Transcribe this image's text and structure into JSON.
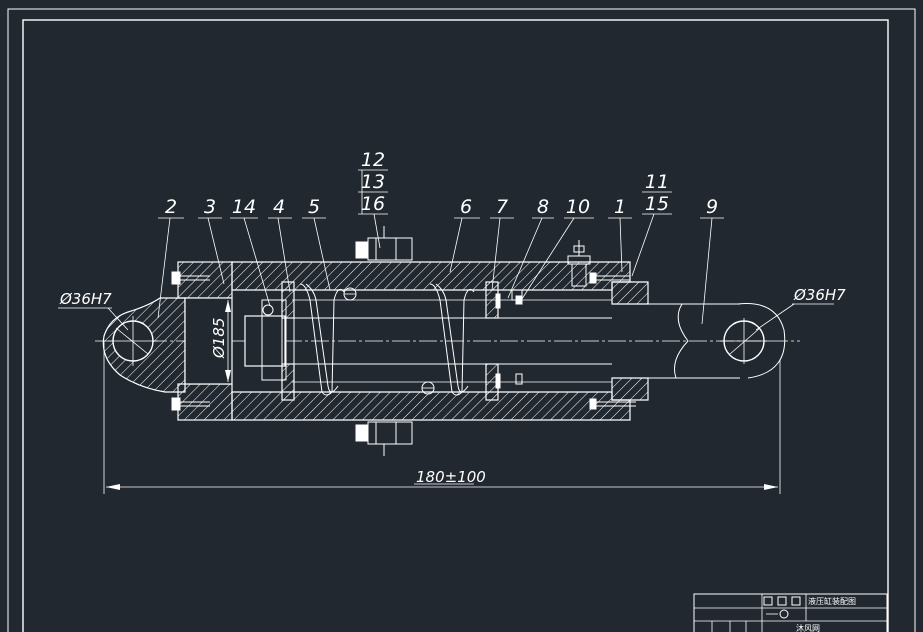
{
  "drawing": {
    "part_labels": {
      "p2": "2",
      "p3": "3",
      "p14": "14",
      "p4": "4",
      "p5": "5",
      "p12": "12",
      "p13": "13",
      "p16": "16",
      "p6": "6",
      "p7": "7",
      "p8": "8",
      "p10": "10",
      "p1": "1",
      "p11": "11",
      "p15": "15",
      "p9": "9"
    },
    "dimensions": {
      "left_bore": "Ø36H7",
      "right_bore": "Ø36H7",
      "rod_diameter": "Ø185",
      "overall_length": "180±100"
    }
  },
  "title_block": {
    "drawing_name": "液压缸装配图",
    "company": "沐风网"
  }
}
